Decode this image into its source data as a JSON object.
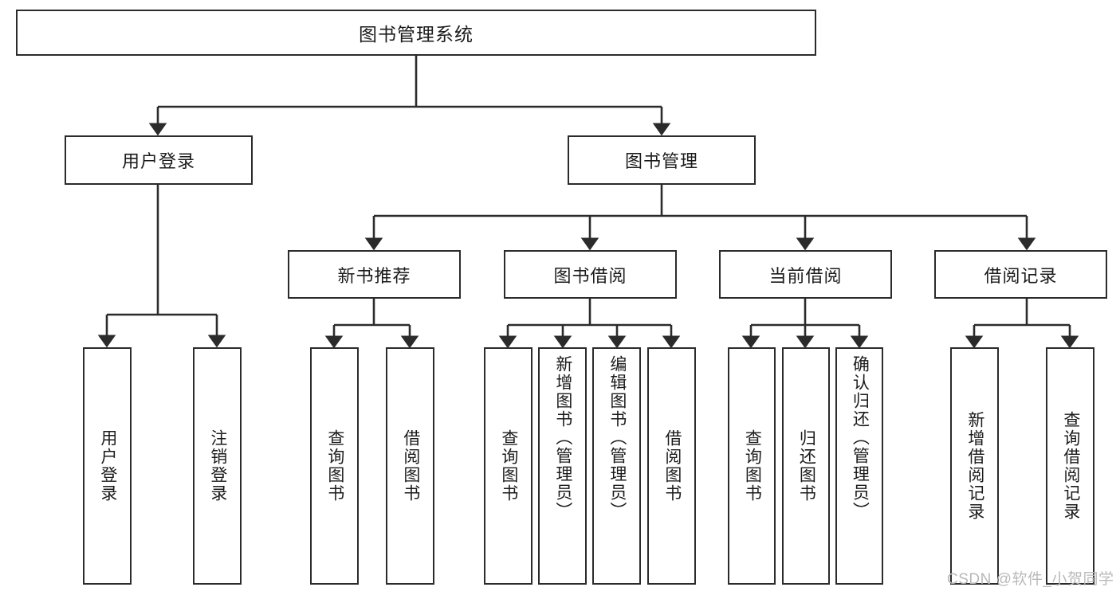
{
  "diagram": {
    "type": "tree-hierarchy-chart",
    "title": "图书管理系统",
    "colors": {
      "box_border": "#2b2b2b",
      "box_fill": "#ffffff",
      "line": "#2b2b2b",
      "text": "#1b1b1b",
      "watermark": "#b9b9b9",
      "background": "#ffffff"
    },
    "root": {
      "label": "图书管理系统"
    },
    "level2": [
      {
        "label": "用户登录"
      },
      {
        "label": "图书管理"
      }
    ],
    "level3": [
      {
        "label": "新书推荐"
      },
      {
        "label": "图书借阅"
      },
      {
        "label": "当前借阅"
      },
      {
        "label": "借阅记录"
      }
    ],
    "leaves": {
      "user_login": [
        {
          "label": "用户登录"
        },
        {
          "label": "注销登录"
        }
      ],
      "new_book_recommend": [
        {
          "label": "查询图书"
        },
        {
          "label": "借阅图书"
        }
      ],
      "book_borrow": [
        {
          "label": "查询图书"
        },
        {
          "label": "新增图书（管理员）"
        },
        {
          "label": "编辑图书（管理员）"
        },
        {
          "label": "借阅图书"
        }
      ],
      "current_borrow": [
        {
          "label": "查询图书"
        },
        {
          "label": "归还图书"
        },
        {
          "label": "确认归还（管理员）"
        }
      ],
      "borrow_record": [
        {
          "label": "新增借阅记录"
        },
        {
          "label": "查询借阅记录"
        }
      ]
    },
    "watermark": "CSDN @软件_小贺同学"
  }
}
